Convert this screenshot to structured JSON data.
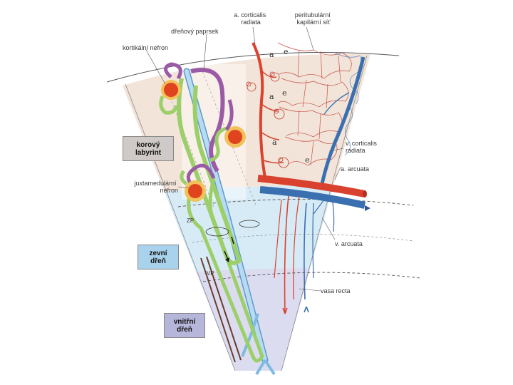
{
  "labels": {
    "a_corticalis": "a. corticalis\nradiata",
    "peritubular": "peritubulární\nkapilární síť",
    "drenovy_paprsek": "dřeňový paprsek",
    "kortikalni_nefron": "kortikální nefron",
    "juxtamedularni_nefron": "juxtamedulární\nnefron",
    "v_corticalis": "v. corticalis\nradiata",
    "a_arcuata": "a. arcuata",
    "v_arcuata": "v. arcuata",
    "vasa_recta": "vasa recta",
    "zp": "ZP",
    "vp": "VP",
    "a": "a",
    "e": "e"
  },
  "zones": {
    "cortex": "korový\nlabyrint",
    "outer_medulla": "zevní\ndřeň",
    "inner_medulla": "vnitřní\ndřeň"
  },
  "colors": {
    "cortex_fill": "#f2e4d8",
    "outer_fill": "#d7ebf6",
    "inner_fill": "#d9d9ef",
    "artery": "#d9422e",
    "vein": "#3a6fb0",
    "proximal_tubule": "#9ccf6a",
    "distal_tubule": "#9a5aa6",
    "collecting_duct": "#a8d4ee",
    "glomerulus": "#e0441f",
    "capsule": "#f3c15a"
  }
}
